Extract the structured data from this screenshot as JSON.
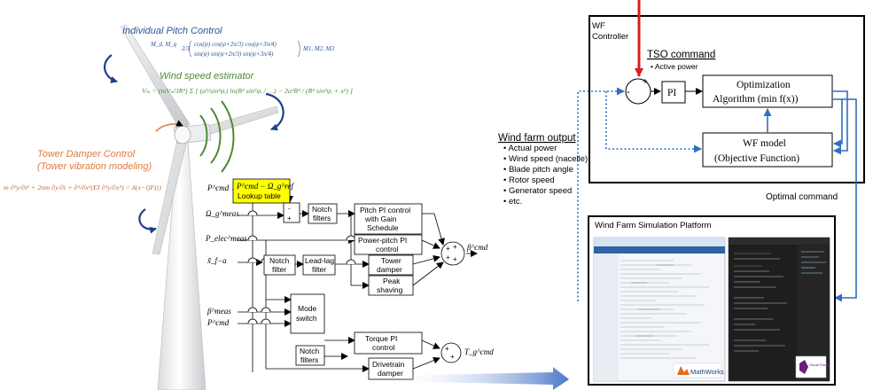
{
  "turbine": {
    "ipc_title": "Individual Pitch Control",
    "ipc_eq_lhs": "M_d, M_q",
    "ipc_eq_coef": "2/3",
    "ipc_eq_row1": "cos(ψ) cos(ψ+2π/3) cos(ψ+3π/4)",
    "ipc_eq_row2": "sin(ψ) sin(ψ+2π/3) sin(ψ+3π/4)",
    "ipc_eq_rhs": "M1, M2, M3",
    "wse_title": "Wind  speed estimator",
    "wse_eq": "Vₕᵢ = (mVₕ/3R²) Σ [ (a²/sin²ψᵢ) ln(R² sin²ψᵢ / …) − 2a²R² / (R² sin²ψᵢ + x²) ]",
    "tdc_title": "Tower Damper Control",
    "tdc_subtitle": "(Tower vibration modeling)",
    "tdc_eq": "m ∂²y/∂t² + 2nm ∂y/∂t + ∂²/∂x²(EI ∂²y/∂x²) = δ(x−l)F(t)"
  },
  "control": {
    "sig_pcmd": "P^cmd",
    "sig_omega": "Ω_g^meas",
    "sig_pelec": "P_elec^meas",
    "sig_xfa": "x̃_f−a",
    "sig_beta_meas": "β^meas",
    "sig_pcmd2": "P^cmd",
    "lookup_line1": "P^cmd − Ω_g^ref",
    "lookup_line2": "Lookup table",
    "notch_filters_1": "Notch filters",
    "pitch_pi": "Pitch PI control with Gain Schedule",
    "power_pitch": "Power-pitch PI control",
    "notch_filter_2": "Notch filter",
    "lead_lag": "Lead-lag filter",
    "tower_damper": "Tower damper",
    "peak_shaving": "Peak shaving",
    "mode_switch": "Mode switch",
    "torque_pi": "Torque PI control",
    "notch_filters_3": "Notch filters",
    "drivetrain": "Drivetrain damper",
    "out_beta": "β^cmd",
    "out_tg": "T_g^cmd"
  },
  "wf_controller": {
    "title": "WF Controller",
    "tso_title": "TSO command",
    "tso_item": "• Active power",
    "pi": "PI",
    "opt_line1": "Optimization",
    "opt_line2": "Algorithm (min f(x))",
    "model_line1": "WF model",
    "model_line2": "(Objective Function)",
    "plus": "+",
    "minus": "-"
  },
  "wind_farm_output": {
    "title": "Wind farm output",
    "items": [
      "• Actual power",
      "• Wind speed (nacelle)",
      "• Blade pitch angle",
      "• Rotor speed",
      "• Generator speed",
      "• etc."
    ]
  },
  "optimal_command": "Optimal command",
  "platform": {
    "title": "Wind Farm Simulation Platform",
    "matlab_logo": "MathWorks",
    "vs_logo": "Visual Studio"
  },
  "colors": {
    "link_blue": "#2f6fc0",
    "dotted_blue": "#2f6fc0",
    "red_arrow": "#d81e1e",
    "lookup_fill": "#ffff00",
    "ipc": "#2e5597",
    "wse": "#4e8a34",
    "tdc": "#e07a3a"
  }
}
